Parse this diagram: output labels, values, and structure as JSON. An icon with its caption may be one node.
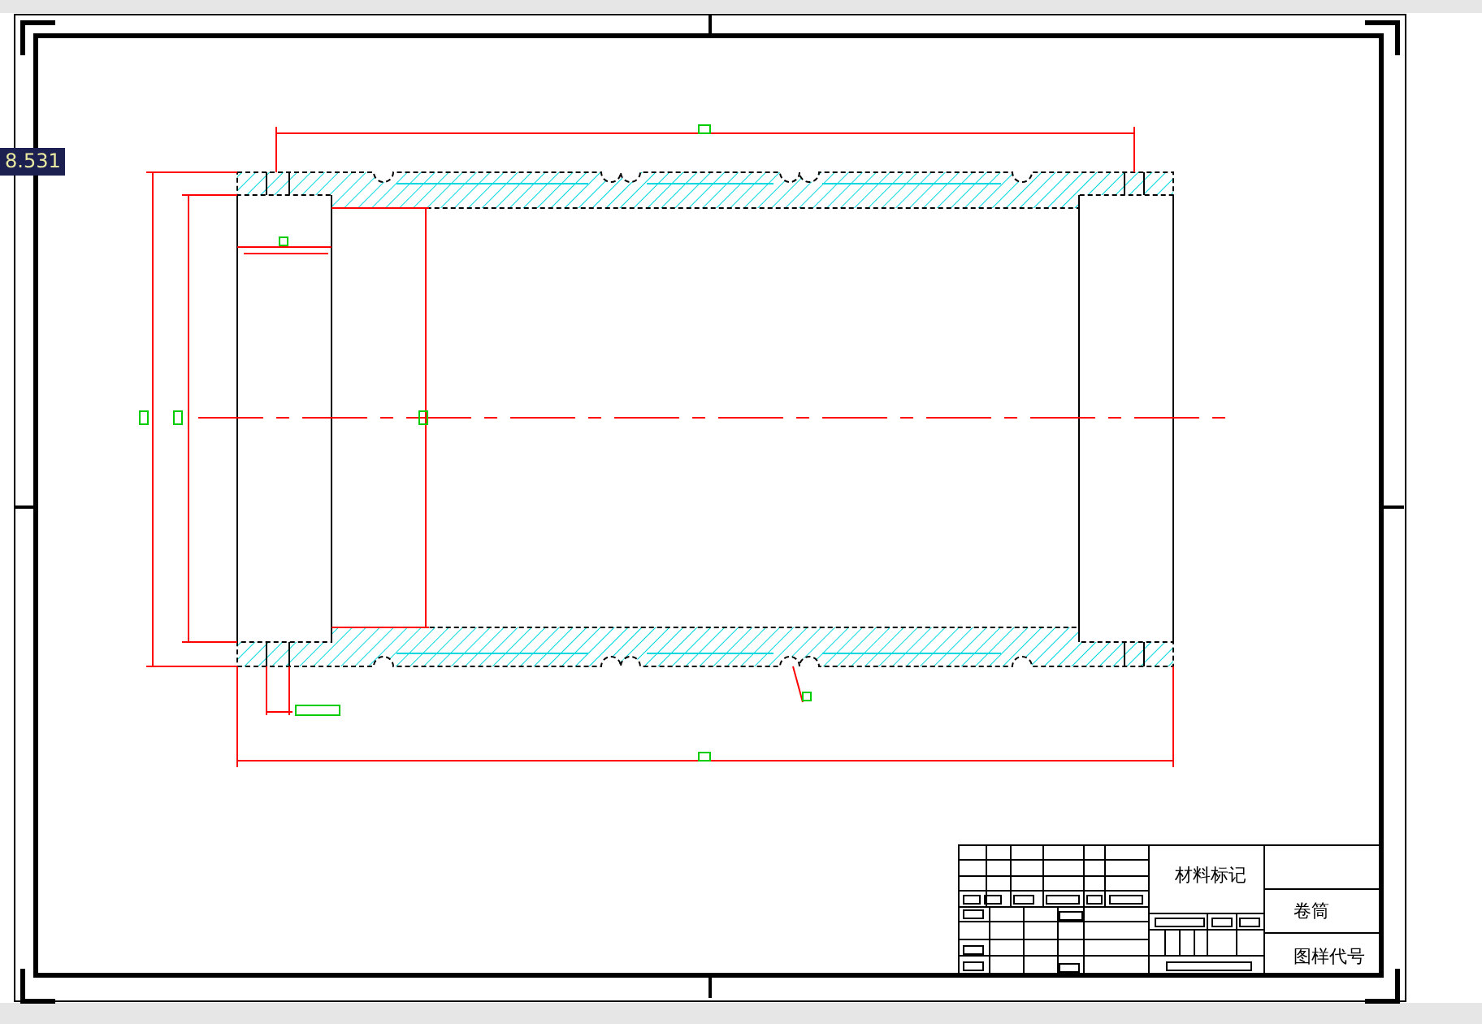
{
  "diagram": {
    "labels": [
      "8.531",
      "材料标记",
      "卷筒",
      "图样代号"
    ]
  }
}
